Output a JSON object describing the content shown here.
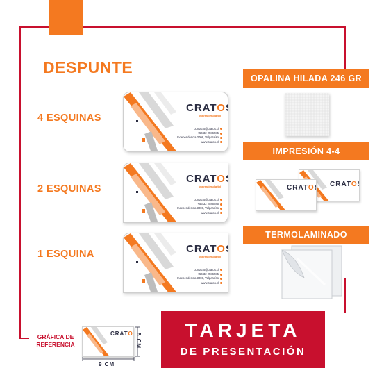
{
  "heading": "DESPUNTE",
  "rows": [
    {
      "label": "4 ESQUINAS"
    },
    {
      "label": "2 ESQUINAS"
    },
    {
      "label": "1 ESQUINA"
    }
  ],
  "card": {
    "brand_prefix": "CRAT",
    "brand_o": "O",
    "brand_suffix": "S",
    "tagline": "impresión digital",
    "email": "contacto@cratos.cl",
    "phone": "+56 32 2586585",
    "address": "Independencia 3008, Valparaíso",
    "web": "www.cratos.cl"
  },
  "features": [
    {
      "label": "OPALINA HILADA 246 GR"
    },
    {
      "label": "IMPRESIÓN 4-4"
    },
    {
      "label": "TERMOLAMINADO"
    }
  ],
  "reference": {
    "label_line1": "GRÁFICA DE",
    "label_line2": "REFERENCIA",
    "width": "9 CM",
    "height": "5 CM"
  },
  "banner": {
    "line1": "TARJETA",
    "line2": "DE PRESENTACIÓN"
  },
  "colors": {
    "orange": "#f47920",
    "red": "#c8102e",
    "navy": "#2b2d42"
  }
}
